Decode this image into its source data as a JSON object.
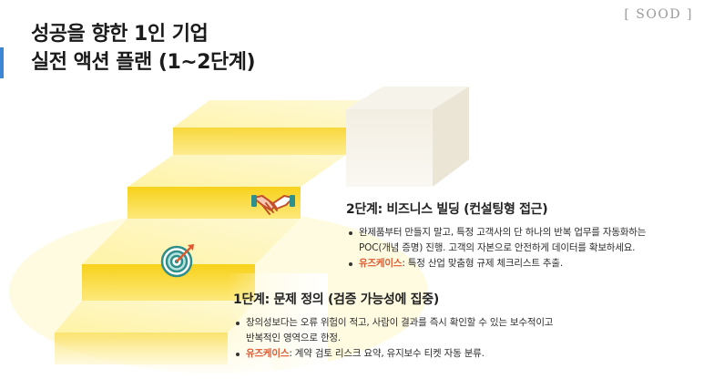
{
  "header": {
    "title_line1": "성공을 향한 1인 기업",
    "title_line2": "실전 액션 플랜 (1~2단계)",
    "brand": "[ SOOD ]",
    "accent_color": "#3d86d6"
  },
  "stage2": {
    "title": "2단계: 비즈니스 빌딩 (컨설팅형 접근)",
    "bullet1_line1": "완제품부터 만들지 말고, 특정 고객사의 단 하나의 반복 업무를 자동화하는",
    "bullet1_line2": "POC(개념 증명) 진행. 고객의 자본으로 안전하게 데이터를 확보하세요.",
    "usecase_label": "유즈케이스",
    "usecase_text": ": 특정 산업 맞춤형 규제 체크리스트 추출.",
    "icon": "handshake-icon"
  },
  "stage1": {
    "title": "1단계: 문제 정의 (검증 가능성에 집중)",
    "bullet1_line1": "창의성보다는 오류 위험이 적고, 사람이 결과를 즉시 확인할 수 있는 보수적이고",
    "bullet1_line2": "반복적인 영역으로 한정.",
    "usecase_label": "유즈케이스",
    "usecase_text": ": 계약 검토 리스크 요약, 유지보수 티켓 자동 분류.",
    "icon": "target-icon"
  },
  "colors": {
    "stair_yellow": "#fbe04a",
    "usecase": "#e0582e",
    "target_ring": "#2f8f8a"
  }
}
